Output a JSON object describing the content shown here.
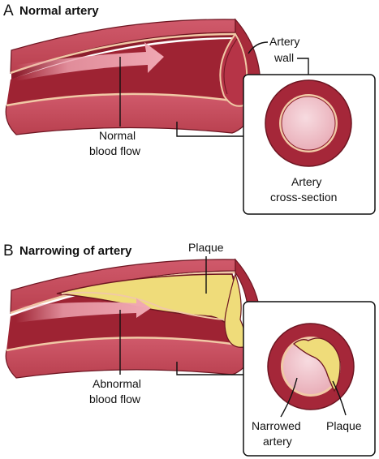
{
  "panel_a": {
    "letter": "A",
    "title": "Normal artery",
    "labels": {
      "artery_wall_line1": "Artery",
      "artery_wall_line2": "wall",
      "flow_line1": "Normal",
      "flow_line2": "blood flow",
      "section_line1": "Artery",
      "section_line2": "cross-section"
    }
  },
  "panel_b": {
    "letter": "B",
    "title": "Narrowing of artery",
    "labels": {
      "plaque_top": "Plaque",
      "flow_line1": "Abnormal",
      "flow_line2": "blood flow",
      "narrowed_line1": "Narrowed",
      "narrowed_line2": "artery",
      "plaque_section": "Plaque"
    }
  },
  "colors": {
    "artery_outer": "#c94a5c",
    "artery_dark": "#8c1d2c",
    "lumen": "#9e2333",
    "lining": "#f1c9a6",
    "plaque": "#efdc7a",
    "arrow_pink": "#ec9fac",
    "section_inner": "#f2c3cb"
  }
}
